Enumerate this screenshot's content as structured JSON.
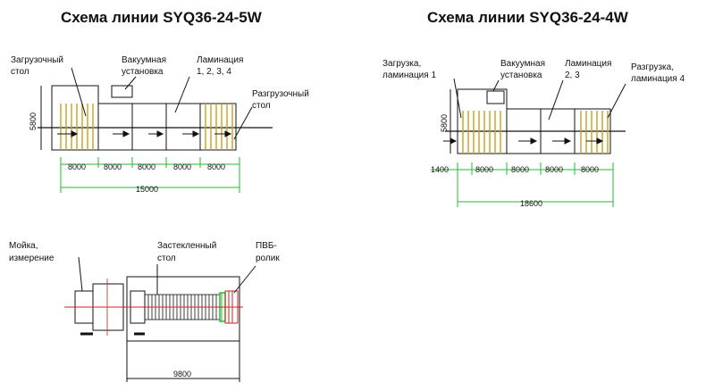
{
  "titles": {
    "left": "Схема линии SYQ36-24-5W",
    "right": "Схема линии SYQ36-24-4W"
  },
  "diagram_5w": {
    "labels": {
      "load_table_1": "Загрузочный",
      "load_table_2": "стол",
      "vacuum_1": "Вакуумная",
      "vacuum_2": "установка",
      "lamination_1": "Ламинация",
      "lamination_2": "1, 2, 3, 4",
      "unload_1": "Разгрузочный",
      "unload_2": "стол"
    },
    "dims": {
      "height": "5800",
      "seg1": "8000",
      "seg2": "8000",
      "seg3": "8000",
      "seg4": "8000",
      "seg5": "8000",
      "total": "15000"
    }
  },
  "diagram_4w": {
    "labels": {
      "load_1": "Загрузка,",
      "load_2": "ламинация 1",
      "vacuum_1": "Вакуумная",
      "vacuum_2": "установка",
      "lamination_1": "Ламинация",
      "lamination_2": "2, 3",
      "unload_1": "Разгрузка,",
      "unload_2": "ламинация 4"
    },
    "dims": {
      "height": "5800",
      "offset": "1400",
      "seg1": "8000",
      "seg2": "8000",
      "seg3": "8000",
      "seg4": "8000",
      "total": "18600"
    }
  },
  "diagram_wash": {
    "labels": {
      "wash_1": "Мойка,",
      "wash_2": "измерение",
      "glazed_1": "Застекленный",
      "glazed_2": "стол",
      "pvb_1": "ПВБ-",
      "pvb_2": "ролик"
    },
    "dims": {
      "total": "9800"
    }
  },
  "colors": {
    "rollers": "#c9a020",
    "dimension": "#22bb33",
    "centerline": "#cc2222",
    "ink": "#111111"
  }
}
